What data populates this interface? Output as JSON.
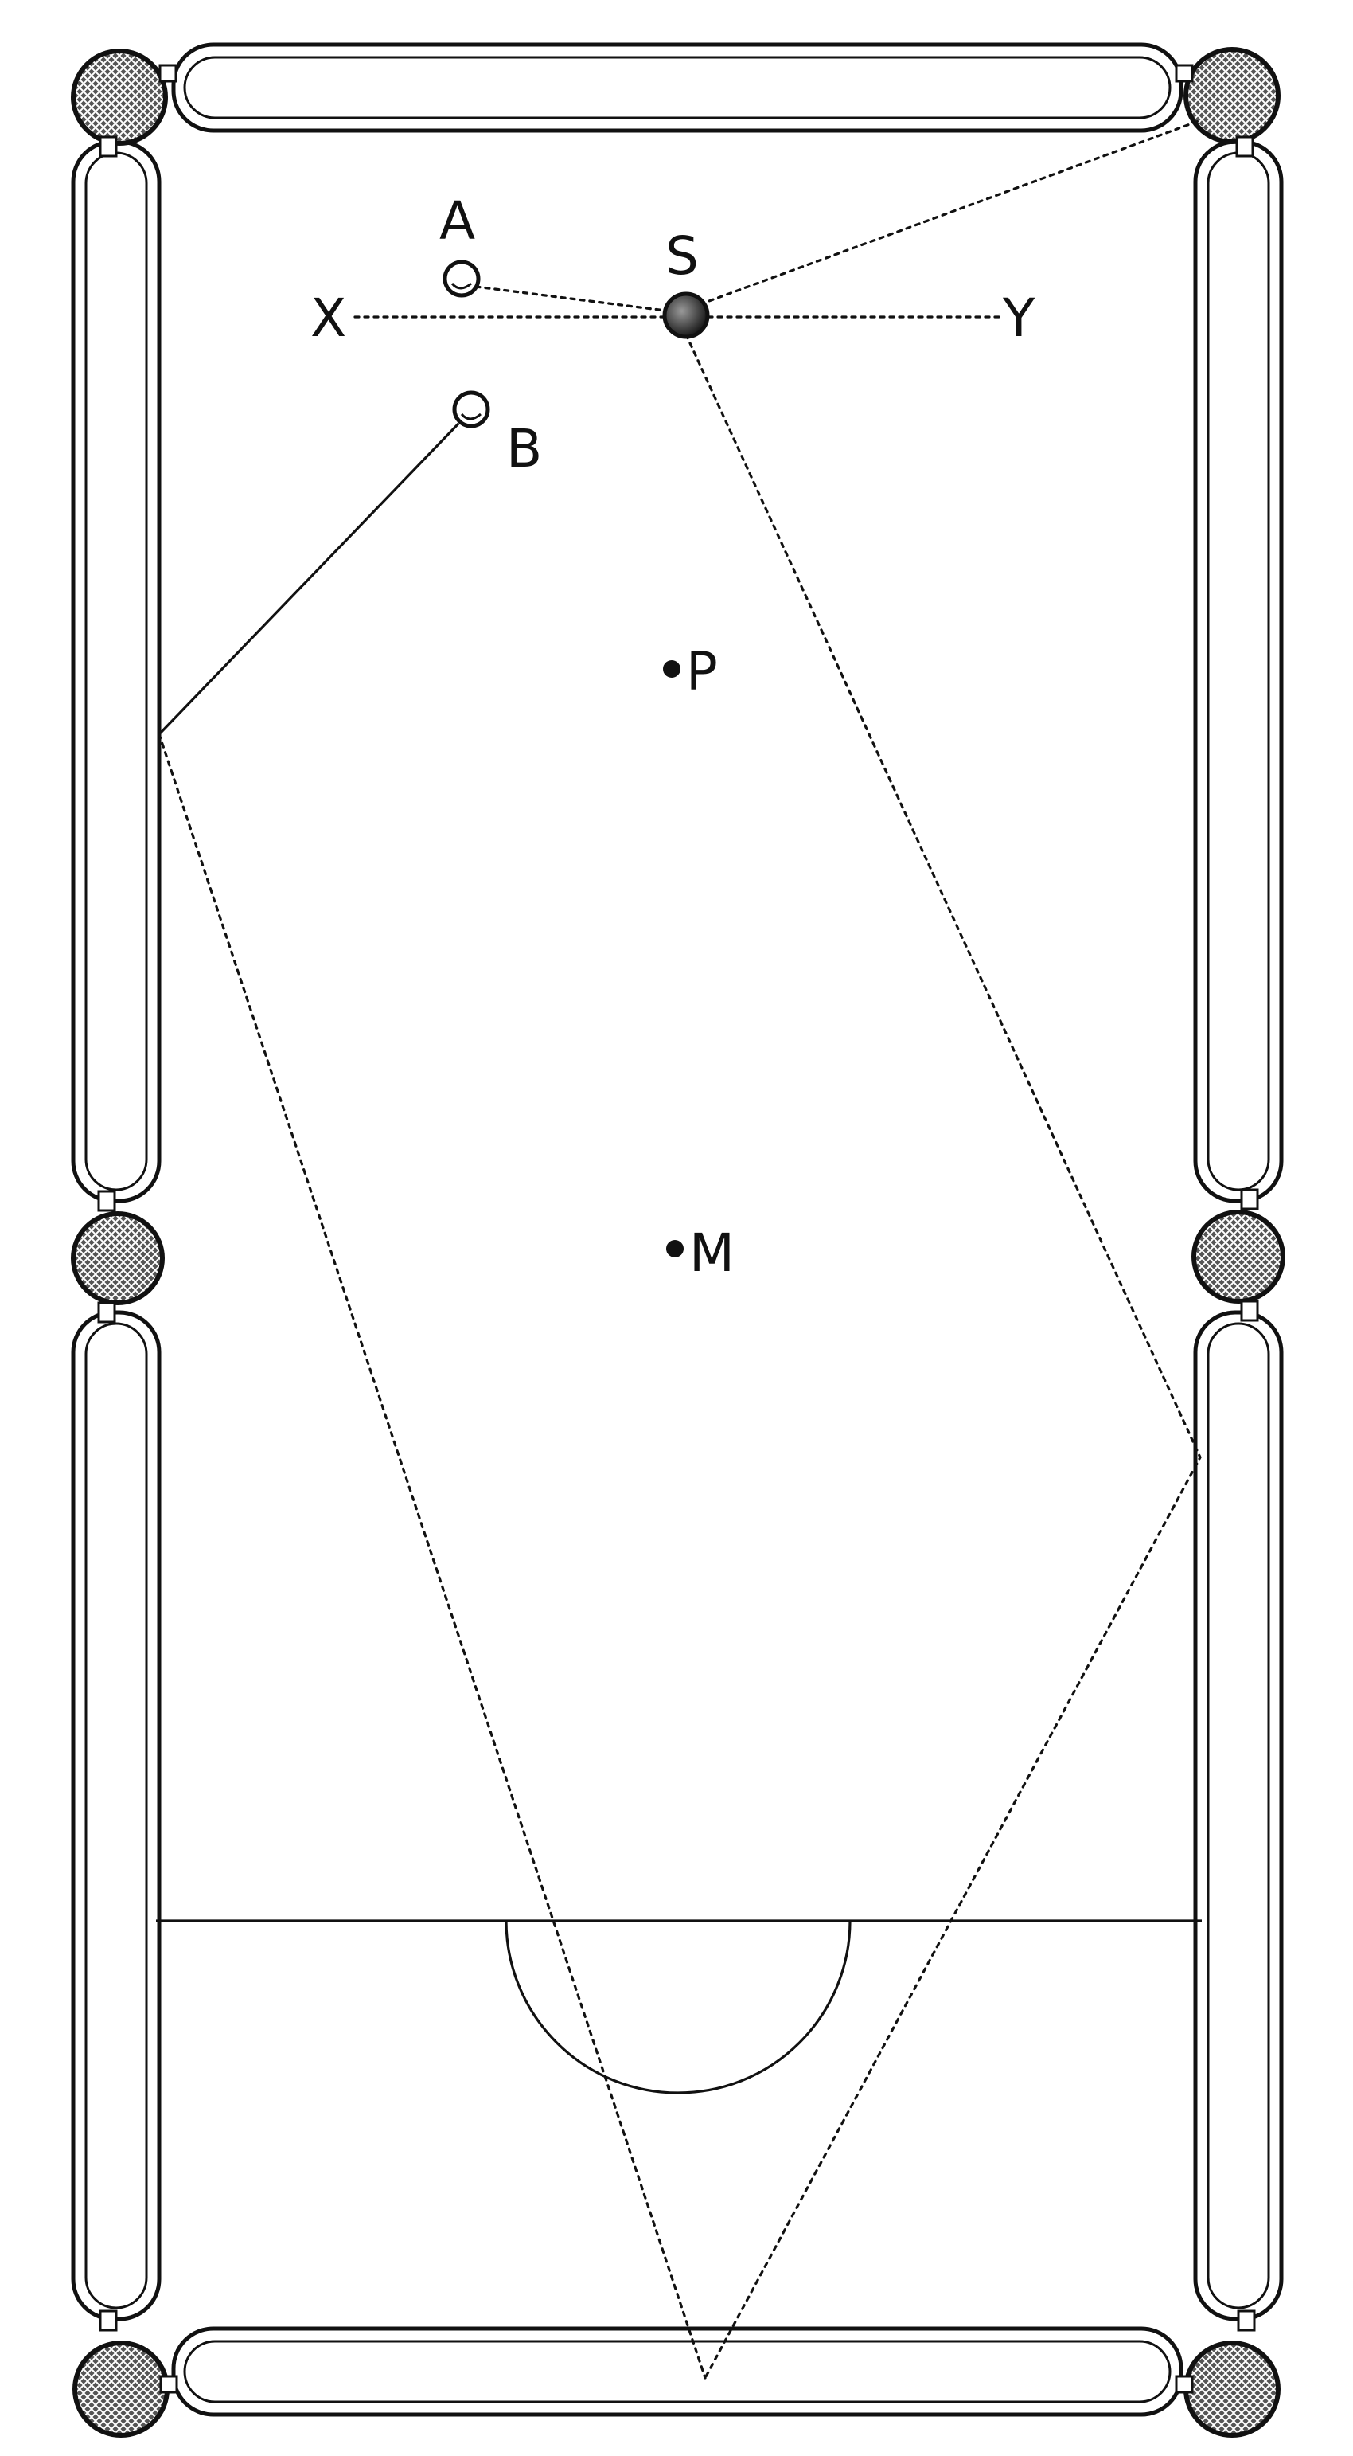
{
  "diagram": {
    "labels": {
      "A": "A",
      "B": "B",
      "S": "S",
      "X": "X",
      "Y": "Y",
      "P": "P",
      "M": "M"
    },
    "colors": {
      "ink": "#111111",
      "background": "#ffffff"
    }
  }
}
